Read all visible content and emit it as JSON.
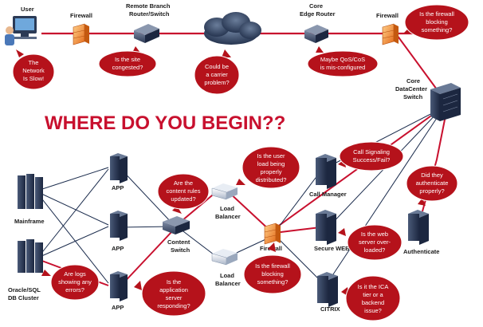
{
  "headline": "WHERE DO YOU BEGIN??",
  "colors": {
    "accent": "#c8102e",
    "link": "#1a2b4c",
    "server": "#2b3a55",
    "bubble": "#b5121b"
  },
  "nodes": {
    "user": "User",
    "firewall_top_left": "Firewall",
    "branch_router": [
      "Remote Branch",
      "Router/Switch"
    ],
    "edge_router": [
      "Core",
      "Edge Router"
    ],
    "firewall_top_right": "Firewall",
    "core_dc_switch": [
      "Core",
      "DataCenter",
      "Switch"
    ],
    "mainframe": "Mainframe",
    "oracle": [
      "Oracle/SQL",
      "DB Cluster"
    ],
    "app1": "APP",
    "app2": "APP",
    "app3": "APP",
    "content_switch": [
      "Content",
      "Switch"
    ],
    "lb_top": [
      "Load",
      "Balancer"
    ],
    "lb_bottom": [
      "Load",
      "Balancer"
    ],
    "firewall_mid": "Firewall",
    "call_manager": "Call Manager",
    "secure_web": "Secure WEB",
    "citrix": "CITRIX",
    "authenticate": "Authenticate"
  },
  "bubbles": {
    "network_slow": [
      "The",
      "Network",
      "Is Slow!"
    ],
    "site_congested": [
      "Is the site",
      "congested?"
    ],
    "carrier_problem": [
      "Could be",
      "a carrier",
      "problem?"
    ],
    "qos": [
      "Maybe QoS/CoS",
      "is mis-configured"
    ],
    "firewall_top": [
      "Is the firewall",
      "blocking",
      "something?"
    ],
    "user_load": [
      "Is the user",
      "load being",
      "properly",
      "distributed?"
    ],
    "content_rules": [
      "Are the",
      "content rules",
      "updated?"
    ],
    "call_signaling": [
      "Call Signaling",
      "Success/Fail?"
    ],
    "authenticate_q": [
      "Did they",
      "authenticate",
      "properly?"
    ],
    "web_overloaded": [
      "Is the web",
      "server over-",
      "loaded?"
    ],
    "firewall_mid_q": [
      "Is the firewall",
      "blocking",
      "something?"
    ],
    "ica_tier": [
      "Is it the ICA",
      "tier or a",
      "backend",
      "issue?"
    ],
    "logs_errors": [
      "Are logs",
      "showing any",
      "errors?"
    ],
    "app_server": [
      "Is the",
      "application",
      "server",
      "responding?"
    ]
  }
}
